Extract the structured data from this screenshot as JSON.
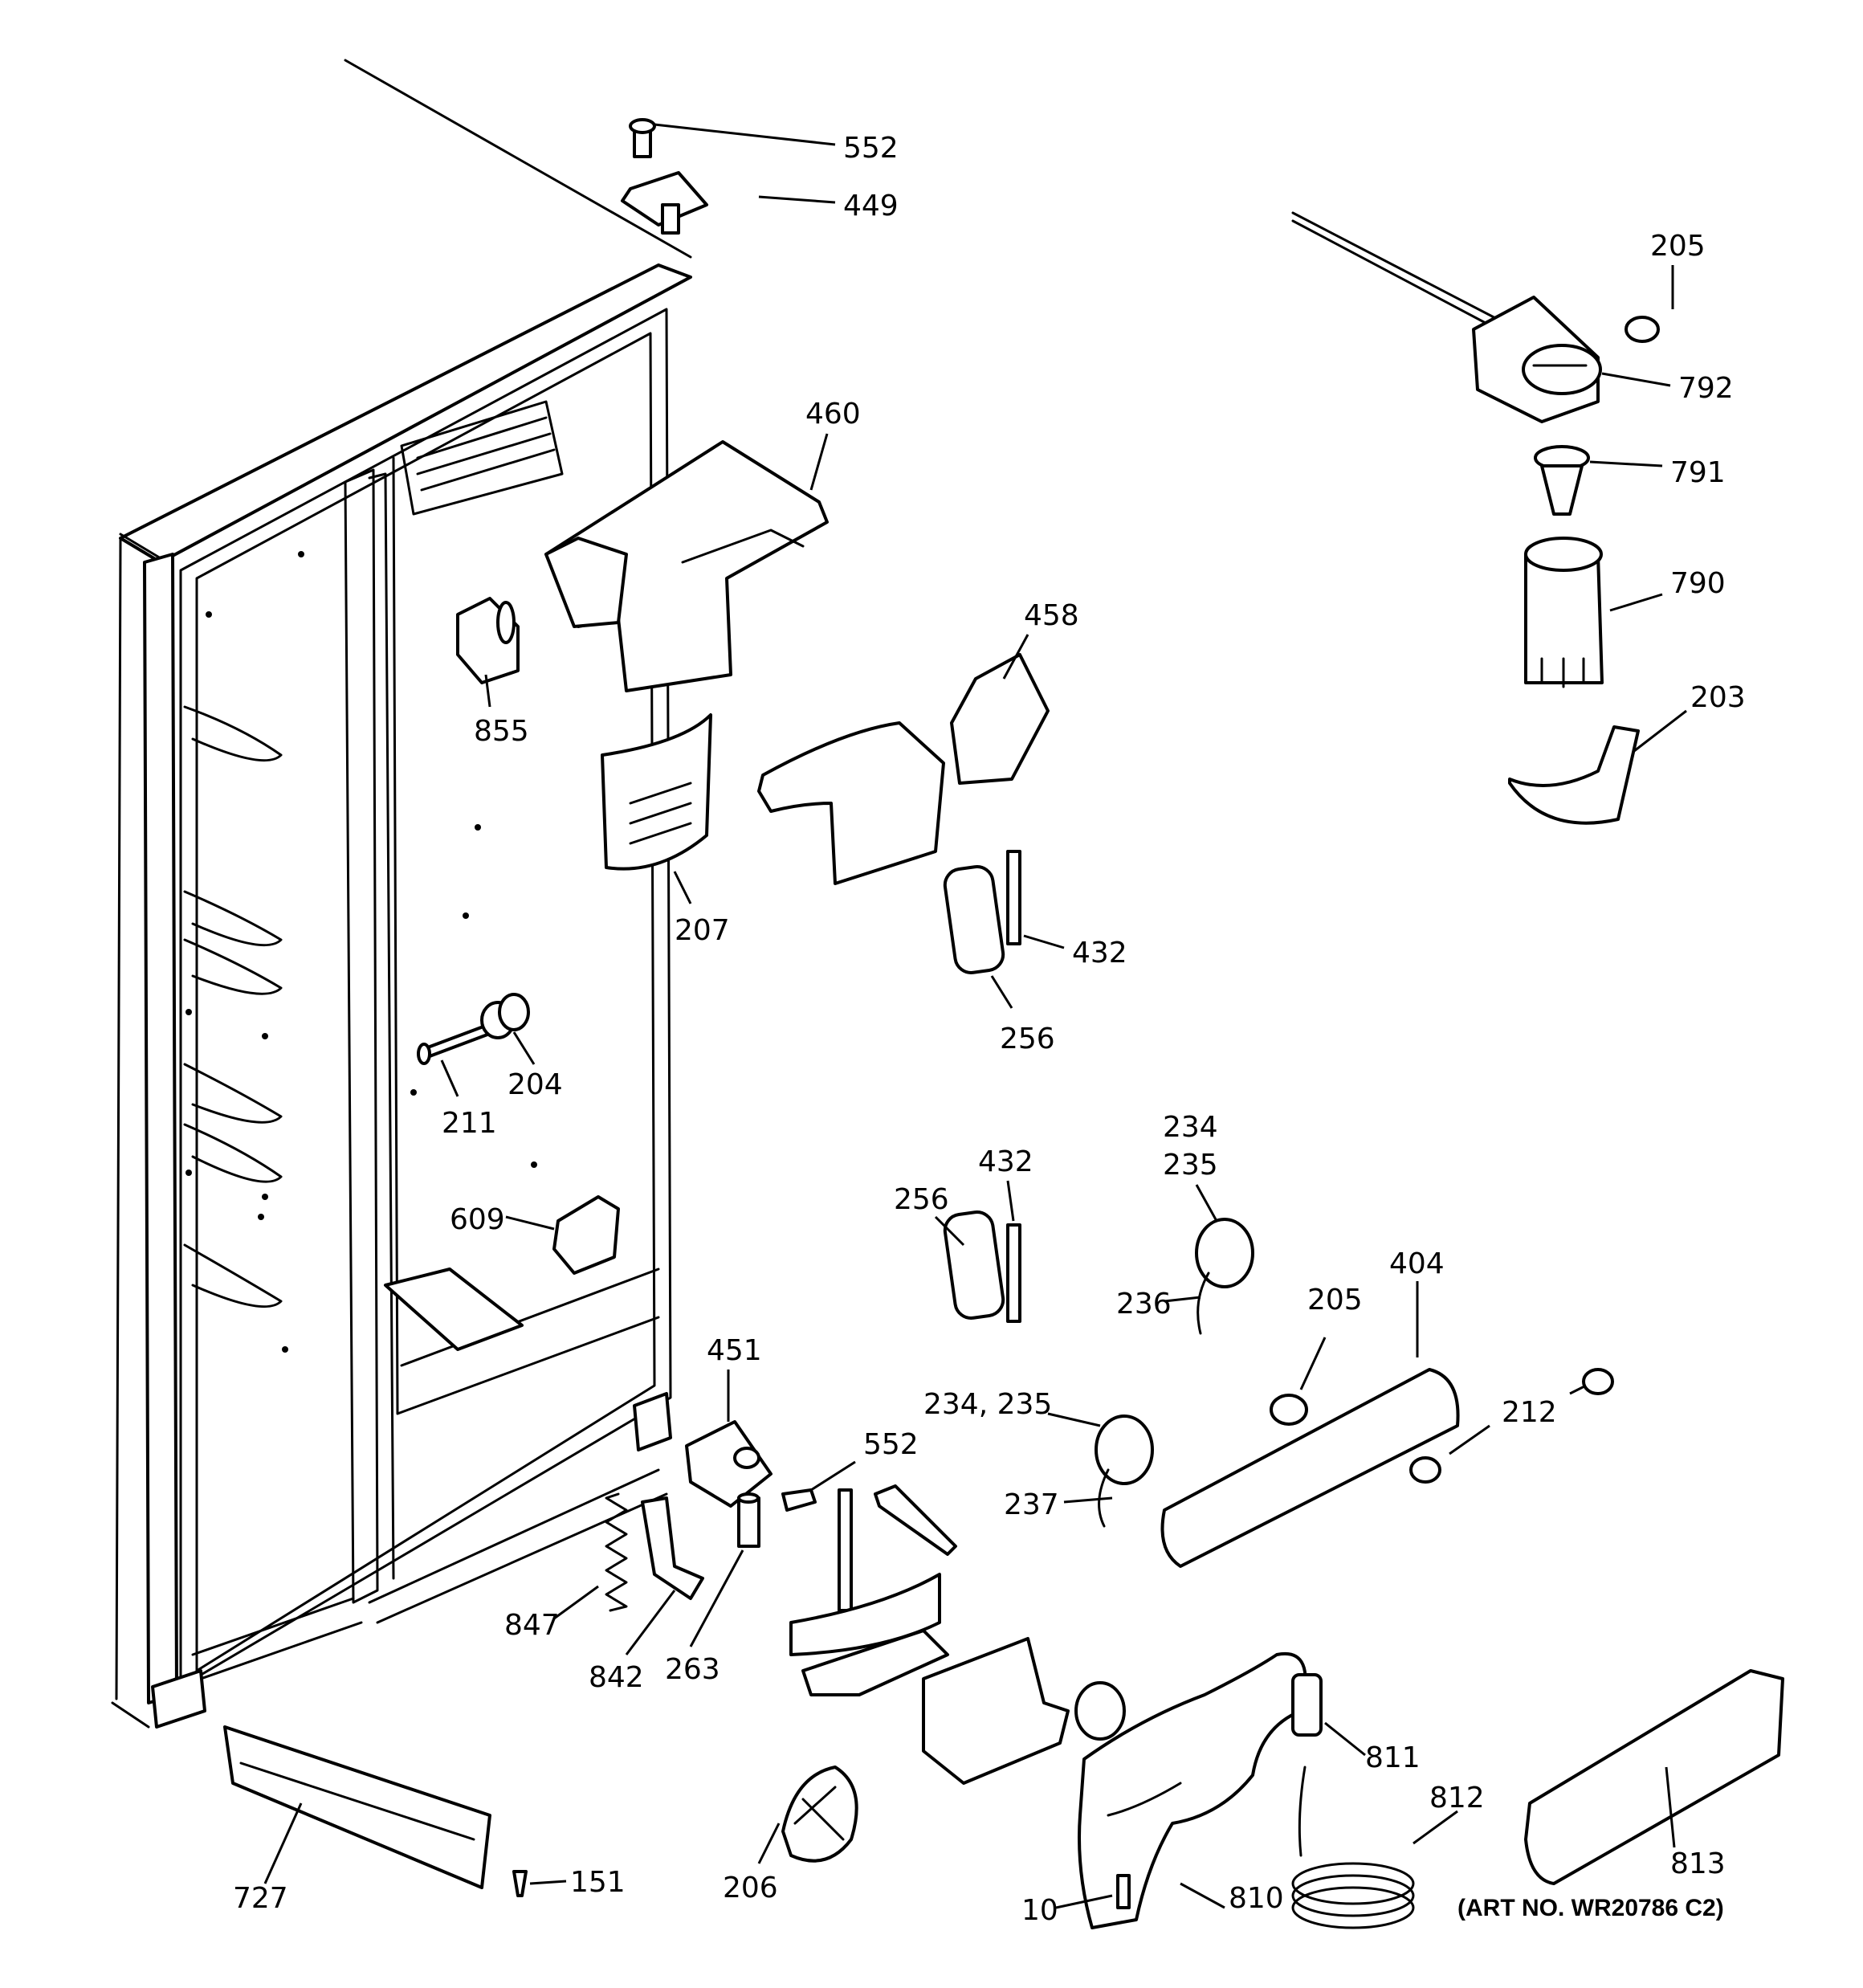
{
  "diagram": {
    "art_number": "(ART NO. WR20786 C2)",
    "callouts": [
      {
        "id": "c552a",
        "text": "552"
      },
      {
        "id": "c449",
        "text": "449"
      },
      {
        "id": "c205a",
        "text": "205"
      },
      {
        "id": "c792",
        "text": "792"
      },
      {
        "id": "c791",
        "text": "791"
      },
      {
        "id": "c790",
        "text": "790"
      },
      {
        "id": "c203",
        "text": "203"
      },
      {
        "id": "c460",
        "text": "460"
      },
      {
        "id": "c855",
        "text": "855"
      },
      {
        "id": "c458",
        "text": "458"
      },
      {
        "id": "c207",
        "text": "207"
      },
      {
        "id": "c432a",
        "text": "432"
      },
      {
        "id": "c256a",
        "text": "256"
      },
      {
        "id": "c204",
        "text": "204"
      },
      {
        "id": "c211",
        "text": "211"
      },
      {
        "id": "c234a",
        "text": "234"
      },
      {
        "id": "c235a",
        "text": "235"
      },
      {
        "id": "c432b",
        "text": "432"
      },
      {
        "id": "c256b",
        "text": "256"
      },
      {
        "id": "c609",
        "text": "609"
      },
      {
        "id": "c236",
        "text": "236"
      },
      {
        "id": "c404",
        "text": "404"
      },
      {
        "id": "c205b",
        "text": "205"
      },
      {
        "id": "c451",
        "text": "451"
      },
      {
        "id": "c234235",
        "text": "234, 235"
      },
      {
        "id": "c552b",
        "text": "552"
      },
      {
        "id": "c212",
        "text": "212"
      },
      {
        "id": "c237",
        "text": "237"
      },
      {
        "id": "c847",
        "text": "847"
      },
      {
        "id": "c842",
        "text": "842"
      },
      {
        "id": "c263",
        "text": "263"
      },
      {
        "id": "c811",
        "text": "811"
      },
      {
        "id": "c812",
        "text": "812"
      },
      {
        "id": "c813",
        "text": "813"
      },
      {
        "id": "c727",
        "text": "727"
      },
      {
        "id": "c151",
        "text": "151"
      },
      {
        "id": "c206",
        "text": "206"
      },
      {
        "id": "c810",
        "text": "810"
      },
      {
        "id": "c10",
        "text": "10"
      }
    ]
  }
}
